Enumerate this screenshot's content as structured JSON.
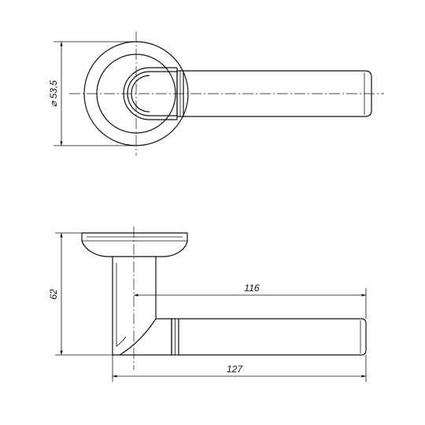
{
  "dimensions": {
    "rose_diameter": "⌀ 53,5",
    "overall_height": "62",
    "lever_length_from_axis": "116",
    "overall_length": "127"
  },
  "colors": {
    "line": "#111111",
    "background": "#ffffff"
  }
}
